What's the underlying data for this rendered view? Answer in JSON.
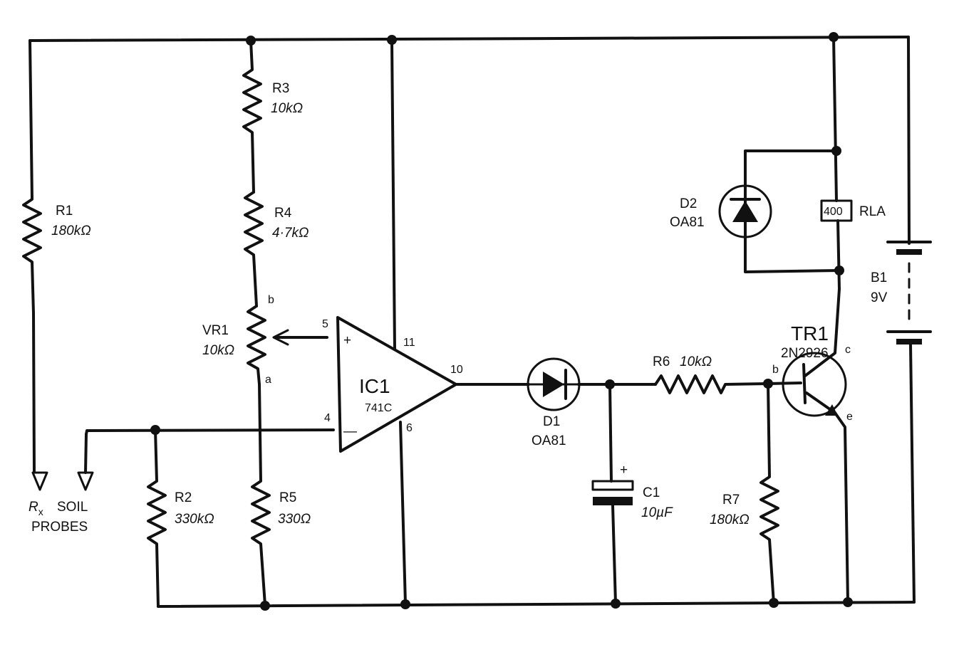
{
  "components": {
    "r1": {
      "ref": "R1",
      "value": "180kΩ"
    },
    "r2": {
      "ref": "R2",
      "value": "330kΩ"
    },
    "r3": {
      "ref": "R3",
      "value": "10kΩ"
    },
    "r4": {
      "ref": "R4",
      "value": "4·7kΩ"
    },
    "r5": {
      "ref": "R5",
      "value": "330Ω"
    },
    "r6": {
      "ref": "R6",
      "value": "10kΩ"
    },
    "r7": {
      "ref": "R7",
      "value": "180kΩ"
    },
    "vr1": {
      "ref": "VR1",
      "value": "10kΩ",
      "pin_b": "b",
      "pin_a": "a"
    },
    "ic1": {
      "ref": "IC1",
      "value": "741C",
      "pin_plus": "5",
      "pin_minus": "4",
      "pin_vplus": "11",
      "pin_vminus": "6",
      "pin_out": "10",
      "sign_plus": "+",
      "sign_minus": "—"
    },
    "d1": {
      "ref": "D1",
      "value": "OA81"
    },
    "d2": {
      "ref": "D2",
      "value": "OA81"
    },
    "c1": {
      "ref": "C1",
      "value": "10µF",
      "polarity": "+"
    },
    "tr1": {
      "ref": "TR1",
      "value": "2N2926",
      "pin_b": "b",
      "pin_c": "c",
      "pin_e": "e"
    },
    "rla": {
      "coil": "400",
      "ref": "RLA"
    },
    "b1": {
      "ref": "B1",
      "value": "9V"
    }
  },
  "probes": {
    "symbol": "R",
    "subscript": "x",
    "line1": "SOIL",
    "line2": "PROBES"
  }
}
